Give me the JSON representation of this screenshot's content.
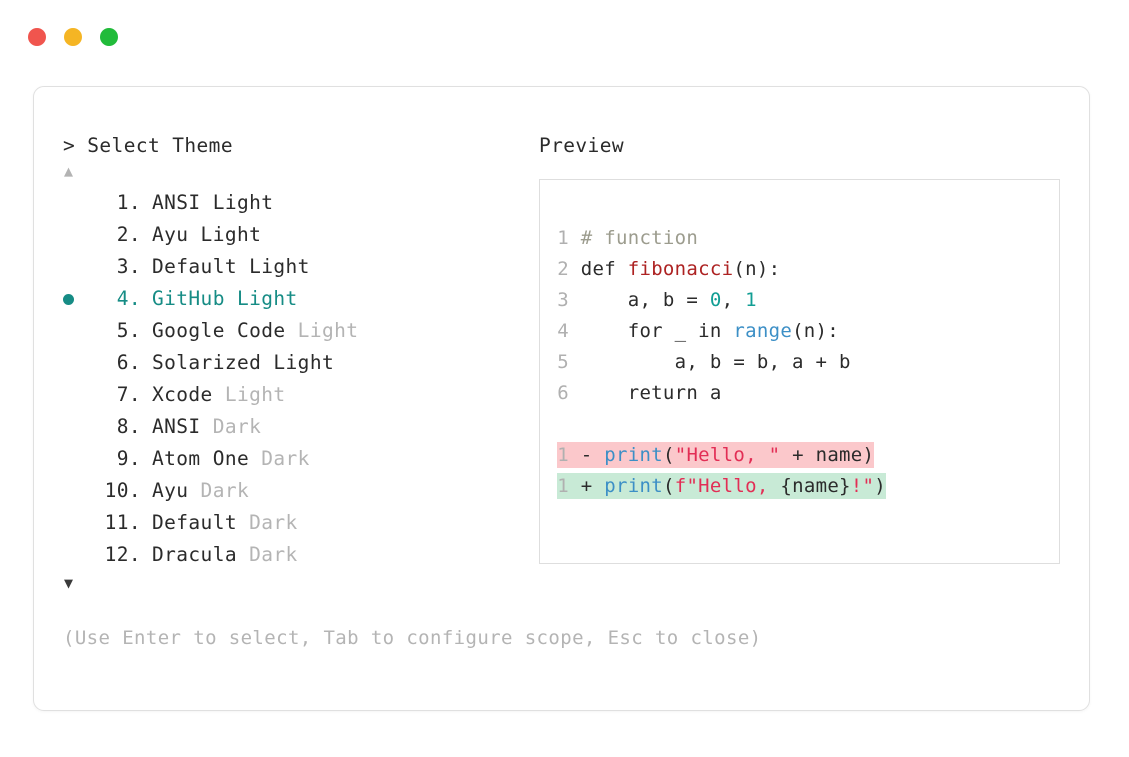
{
  "window": {
    "dots": [
      {
        "name": "close-dot",
        "color": "#f0554e"
      },
      {
        "name": "minimize-dot",
        "color": "#f5b524"
      },
      {
        "name": "maximize-dot",
        "color": "#21bb3a"
      }
    ]
  },
  "left": {
    "prompt": "> Select Theme",
    "scroll_up": "▲",
    "scroll_down": "▼",
    "selected_index": 4,
    "bullet_color": "#168c85",
    "accent_color": "#168c85",
    "items": [
      {
        "num": " 1.",
        "name": "ANSI",
        "suffix": " Light",
        "variant": "bright",
        "selected": false
      },
      {
        "num": " 2.",
        "name": "Ayu",
        "suffix": " Light",
        "variant": "bright",
        "selected": false
      },
      {
        "num": " 3.",
        "name": "Default",
        "suffix": " Light",
        "variant": "bright",
        "selected": false
      },
      {
        "num": " 4.",
        "name": "GitHub",
        "suffix": " Light",
        "variant": "bright",
        "selected": true
      },
      {
        "num": " 5.",
        "name": "Google Code",
        "suffix": " Light",
        "variant": "dim",
        "selected": false
      },
      {
        "num": " 6.",
        "name": "Solarized",
        "suffix": " Light",
        "variant": "bright",
        "selected": false
      },
      {
        "num": " 7.",
        "name": "Xcode",
        "suffix": " Light",
        "variant": "dim",
        "selected": false
      },
      {
        "num": " 8.",
        "name": "ANSI",
        "suffix": " Dark",
        "variant": "dim",
        "selected": false
      },
      {
        "num": " 9.",
        "name": "Atom One",
        "suffix": " Dark",
        "variant": "dim",
        "selected": false
      },
      {
        "num": "10.",
        "name": "Ayu",
        "suffix": " Dark",
        "variant": "dim",
        "selected": false
      },
      {
        "num": "11.",
        "name": "Default",
        "suffix": " Dark",
        "variant": "dim",
        "selected": false
      },
      {
        "num": "12.",
        "name": "Dracula",
        "suffix": " Dark",
        "variant": "dim",
        "selected": false
      }
    ],
    "hint": "(Use Enter to select, Tab to configure scope, Esc to close)"
  },
  "preview": {
    "label": "Preview",
    "code_lines": [
      {
        "ln": "1",
        "tokens": [
          {
            "t": "# function",
            "c": "comment"
          }
        ]
      },
      {
        "ln": "2",
        "tokens": [
          {
            "t": "def ",
            "c": "plain"
          },
          {
            "t": "fibonacci",
            "c": "func"
          },
          {
            "t": "(n):",
            "c": "punct"
          }
        ]
      },
      {
        "ln": "3",
        "tokens": [
          {
            "t": "    a, b = ",
            "c": "plain"
          },
          {
            "t": "0",
            "c": "num"
          },
          {
            "t": ", ",
            "c": "plain"
          },
          {
            "t": "1",
            "c": "num"
          }
        ]
      },
      {
        "ln": "4",
        "tokens": [
          {
            "t": "    for _ in ",
            "c": "plain"
          },
          {
            "t": "range",
            "c": "builtin"
          },
          {
            "t": "(n):",
            "c": "punct"
          }
        ]
      },
      {
        "ln": "5",
        "tokens": [
          {
            "t": "        a, b = b, a + b",
            "c": "plain"
          }
        ]
      },
      {
        "ln": "6",
        "tokens": [
          {
            "t": "    return a",
            "c": "plain"
          }
        ]
      }
    ],
    "diff_lines": [
      {
        "ln": "1",
        "mark": "-",
        "kind": "del",
        "bg": "#fbc8cb",
        "tokens": [
          {
            "t": "print",
            "c": "builtin"
          },
          {
            "t": "(",
            "c": "punct"
          },
          {
            "t": "\"Hello, \"",
            "c": "string"
          },
          {
            "t": " + name)",
            "c": "plain"
          }
        ]
      },
      {
        "ln": "1",
        "mark": "+",
        "kind": "add",
        "bg": "#c8ead6",
        "tokens": [
          {
            "t": "print",
            "c": "builtin"
          },
          {
            "t": "(",
            "c": "punct"
          },
          {
            "t": "f\"Hello, ",
            "c": "string"
          },
          {
            "t": "{name}",
            "c": "plain"
          },
          {
            "t": "!\"",
            "c": "string"
          },
          {
            "t": ")",
            "c": "punct"
          }
        ]
      }
    ]
  }
}
